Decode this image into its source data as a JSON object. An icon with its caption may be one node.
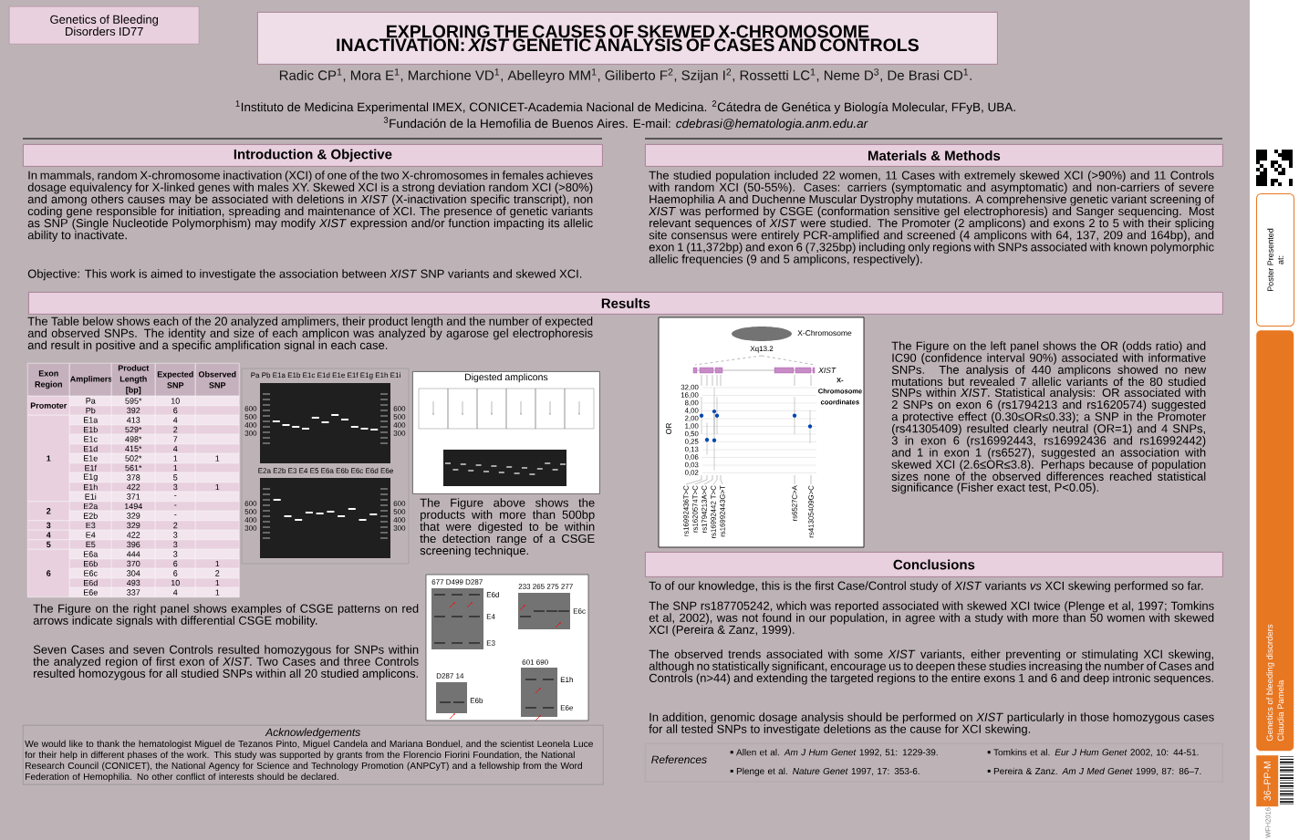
{
  "diagram": {
    "title": "EXPLORING THE CAUSES OF SKEWED X-CHROMOSOME INACTIVATION: *XIST* GENETIC ANALYSIS OF CASES AND CONTROLS",
    "nodes": [
      {
        "text": [
          "Genetics of Bleeding Disorders ID77"
        ]
      },
      {
        "text": [
          "Introduction & Objective"
        ]
      },
      {
        "text": [
          "Materials & Methods"
        ]
      },
      {
        "text": [
          "Results"
        ]
      },
      {
        "text": [
          "Digested amplicons"
        ]
      },
      {
        "text": [
          "Conclusions"
        ]
      },
      {
        "text": [
          "Acknowledgements",
          "We would like to thank the hematologist Miguel de Tezanos Pinto, Miguel Candela and Mariana Bonduel, and the scientist Leonela Luce for their help in different phases of the work. This study was supported by grants from the Florencio Fiorini Foundation, the National Research Council (CONICET), the National Agency for Science and Technology Promotion (ANPCyT) and a fellowship from the Word Federation of Hemophilia. No other conflict of interests should be declared."
        ]
      },
      {
        "text": [
          "References",
          "Allen et al. *Am J Hum Genet* 1992, 51: 1229-39.",
          "Plenge et al. *Nature Genet* 1997, 17: 353-6.",
          "Tomkins et al. *Eur J Hum Genet* 2002, 10: 44-51.",
          "Pereira & Zanz. *Am J Med Genet* 1999, 87: 86–7."
        ]
      },
      {
        "text": [
          "Poster Presented at:"
        ]
      },
      {
        "text": [
          "Genetics of bleeding disorders",
          "Claudia Pamela"
        ]
      },
      {
        "text": [
          "36–PP-M"
        ]
      }
    ],
    "labels": [
      "Radic CP$^{1}$, Mora E$^{1}$, Marchione VD$^{1}$, Abelleyro MM$^{1}$, Giliberto F$^{2}$, Szijan I$^{2}$, Rossetti LC$^{1}$, Neme D$^{3}$, De Brasi CD$^{1}$.",
      "$^{1}$Instituto de Medicina Experimental IMEX, CONICET-Academia Nacional de Medicina. $^{2}$Cátedra de Genética y Biología Molecular, FFyB, UBA.",
      "$^{3}$Fundación de la Hemofilia de Buenos Aires. E-mail: *cdebrasi@hematologia.anm.edu.ar*",
      "In mammals, random X-chromosome inactivation (XCI) of one of the two X-chromosomes in females achieves dosage equivalency for X-linked genes with males XY. Skewed XCI is a strong deviation random XCI (>80%) and among others causes may be associated with deletions in *XIST* (X-inactivation specific transcript), non coding gene responsible for initiation, spreading and maintenance of XCI. The presence of genetic variants as SNP (Single Nucleotide Polymorphism) may modify *XIST* expression and/or function impacting its allelic ability to inactivate.",
      "Objective: This work is aimed to investigate the association between *XIST* SNP variants and skewed XCI.",
      "The studied population included 22 women, 11 Cases with extremely skewed XCI (>90%) and 11 Controls with random XCI (50-55%). Cases: carriers (symptomatic and asymptomatic) and non-carriers of severe Haemophilia A and Duchenne Muscular Dystrophy mutations. A comprehensive genetic variant screening of *XIST* was performed by CSGE (conformation sensitive gel electrophoresis) and Sanger sequencing. Most relevant sequences of *XIST* were studied. The Promoter (2 amplicons) and exons 2 to 5 with their splicing site consensus were entirely PCR-amplified and screened (4 amplicons with 64, 137, 209 and 164bp), and exon 1 (11,372bp) and exon 6 (7,325bp) including only regions with SNPs associated with known polymorphic allelic frequencies (9 and 5 amplicons, respectively).",
      "The Table below shows each of the 20 analyzed amplimers, their product length and the number of expected and observed SNPs. The identity and size of each amplicon was analyzed by agarose gel electrophoresis and result in positive and a specific amplification signal in each case.",
      "Exon Region",
      "Amplimers",
      "Product Length [bp]",
      "Expected SNP",
      "Observed SNP",
      "Promoter",
      "Pa",
      "595*",
      "10",
      "Pb",
      "392",
      "6",
      "1",
      "E1a",
      "413",
      "4",
      "E1b",
      "529*",
      "2",
      "E1c",
      "498*",
      "7",
      "E1d",
      "415*",
      "4",
      "E1e",
      "502*",
      "1",
      "1",
      "E1f",
      "561*",
      "1",
      "E1g",
      "378",
      "5",
      "E1h",
      "422",
      "3",
      "1",
      "E1i",
      "371",
      "-",
      "2",
      "E2a",
      "1494",
      "-",
      "E2b",
      "329",
      "-",
      "3",
      "E3",
      "329",
      "2",
      "4",
      "E4",
      "422",
      "3",
      "5",
      "E5",
      "396",
      "3",
      "6",
      "E6a",
      "444",
      "3",
      "E6b",
      "370",
      "6",
      "1",
      "E6c",
      "304",
      "6",
      "2",
      "E6d",
      "493",
      "10",
      "1",
      "E6e",
      "337",
      "4",
      "1",
      "Pa Pb E1a E1b E1c E1d E1e E1f E1g E1h E1i",
      "600",
      "500",
      "400",
      "300",
      "600",
      "500",
      "400",
      "300",
      "E2a E2b E3 E4 E5 E6a E6b E6c E6d E6e",
      "600",
      "500",
      "400",
      "300",
      "600",
      "500",
      "400",
      "300",
      "The Figure above shows the products with more than 500bp that were digested to be within the detection range of a CSGE screening technique.",
      "677 D499 D287",
      "E6d",
      "E4",
      "E3",
      "233 265 275 277",
      "E6c",
      "D287 14",
      "E6b",
      "601 690",
      "E1h",
      "E6e",
      "The Figure on the right panel shows examples of CSGE patterns on red arrows indicate signals with differential CSGE mobility.",
      "Seven Cases and seven Controls resulted homozygous for SNPs within the analyzed region of first exon of *XIST*. Two Cases and three Controls resulted homozygous for all studied SNPs within all 20 studied amplicons.",
      "X-Chromosome",
      "Xq13.2",
      "XIST",
      "X-Chromosome coordinates",
      "OR",
      "32,00",
      "16,00",
      "8,00",
      "4,00",
      "2,00",
      "1,00",
      "0,50",
      "0,25",
      "0,13",
      "0,06",
      "0,03",
      "0,02",
      "rs16992436T>C",
      "rs1620574T>C",
      "rs1794213A>C",
      "rs16992442 T>C",
      "rs16992443G>T",
      "rs6527C>A",
      "rs41305409G>C",
      "The Figure on the left panel shows the OR (odds ratio) and IC90 (confidence interval 90%) associated with informative SNPs. The analysis of 440 amplicons showed no new mutations but revealed 7 allelic variants of the 80 studied SNPs within *XIST*. Statistical analysis: OR associated with 2 SNPs on exon 6 (rs1794213 and rs1620574) suggested a protective effect (0.30≤OR≤0.33); a SNP in the Promoter (rs41305409) resulted clearly neutral (OR=1) and 4 SNPs, 3 in exon 6 (rs16992443, rs16992436 and rs16992442) and 1 in exon 1 (rs6527), suggested an association with skewed XCI (2.6≤OR≤3.8). Perhaps because of population sizes none of the observed differences reached statistical significance (Fisher exact test, P<0.05).",
      "To of our knowledge, this is the first Case/Control study of *XIST* variants *vs* XCI skewing performed so far.",
      "The SNP rs187705242, which was reported associated with skewed XCI twice (Plenge et al, 1997; Tomkins et al, 2002), was not found in our population, in agree with a study with more than 50 women with skewed XCI (Pereira & Zanz, 1999).",
      "The observed trends associated with some *XIST* variants, either preventing or stimulating XCI skewing, although no statistically significant, encourage us to deepen these studies increasing the number of Cases and Controls (n>44) and extending the targeted regions to the entire exons 1 and 6 and deep intronic sequences.",
      "In addition, genomic dosage analysis should be performed on *XIST* particularly in those homozygous cases for all tested SNPs to investigate deletions as the cause for XCI skewing.",
      "WFH2016"
    ]
  }
}
